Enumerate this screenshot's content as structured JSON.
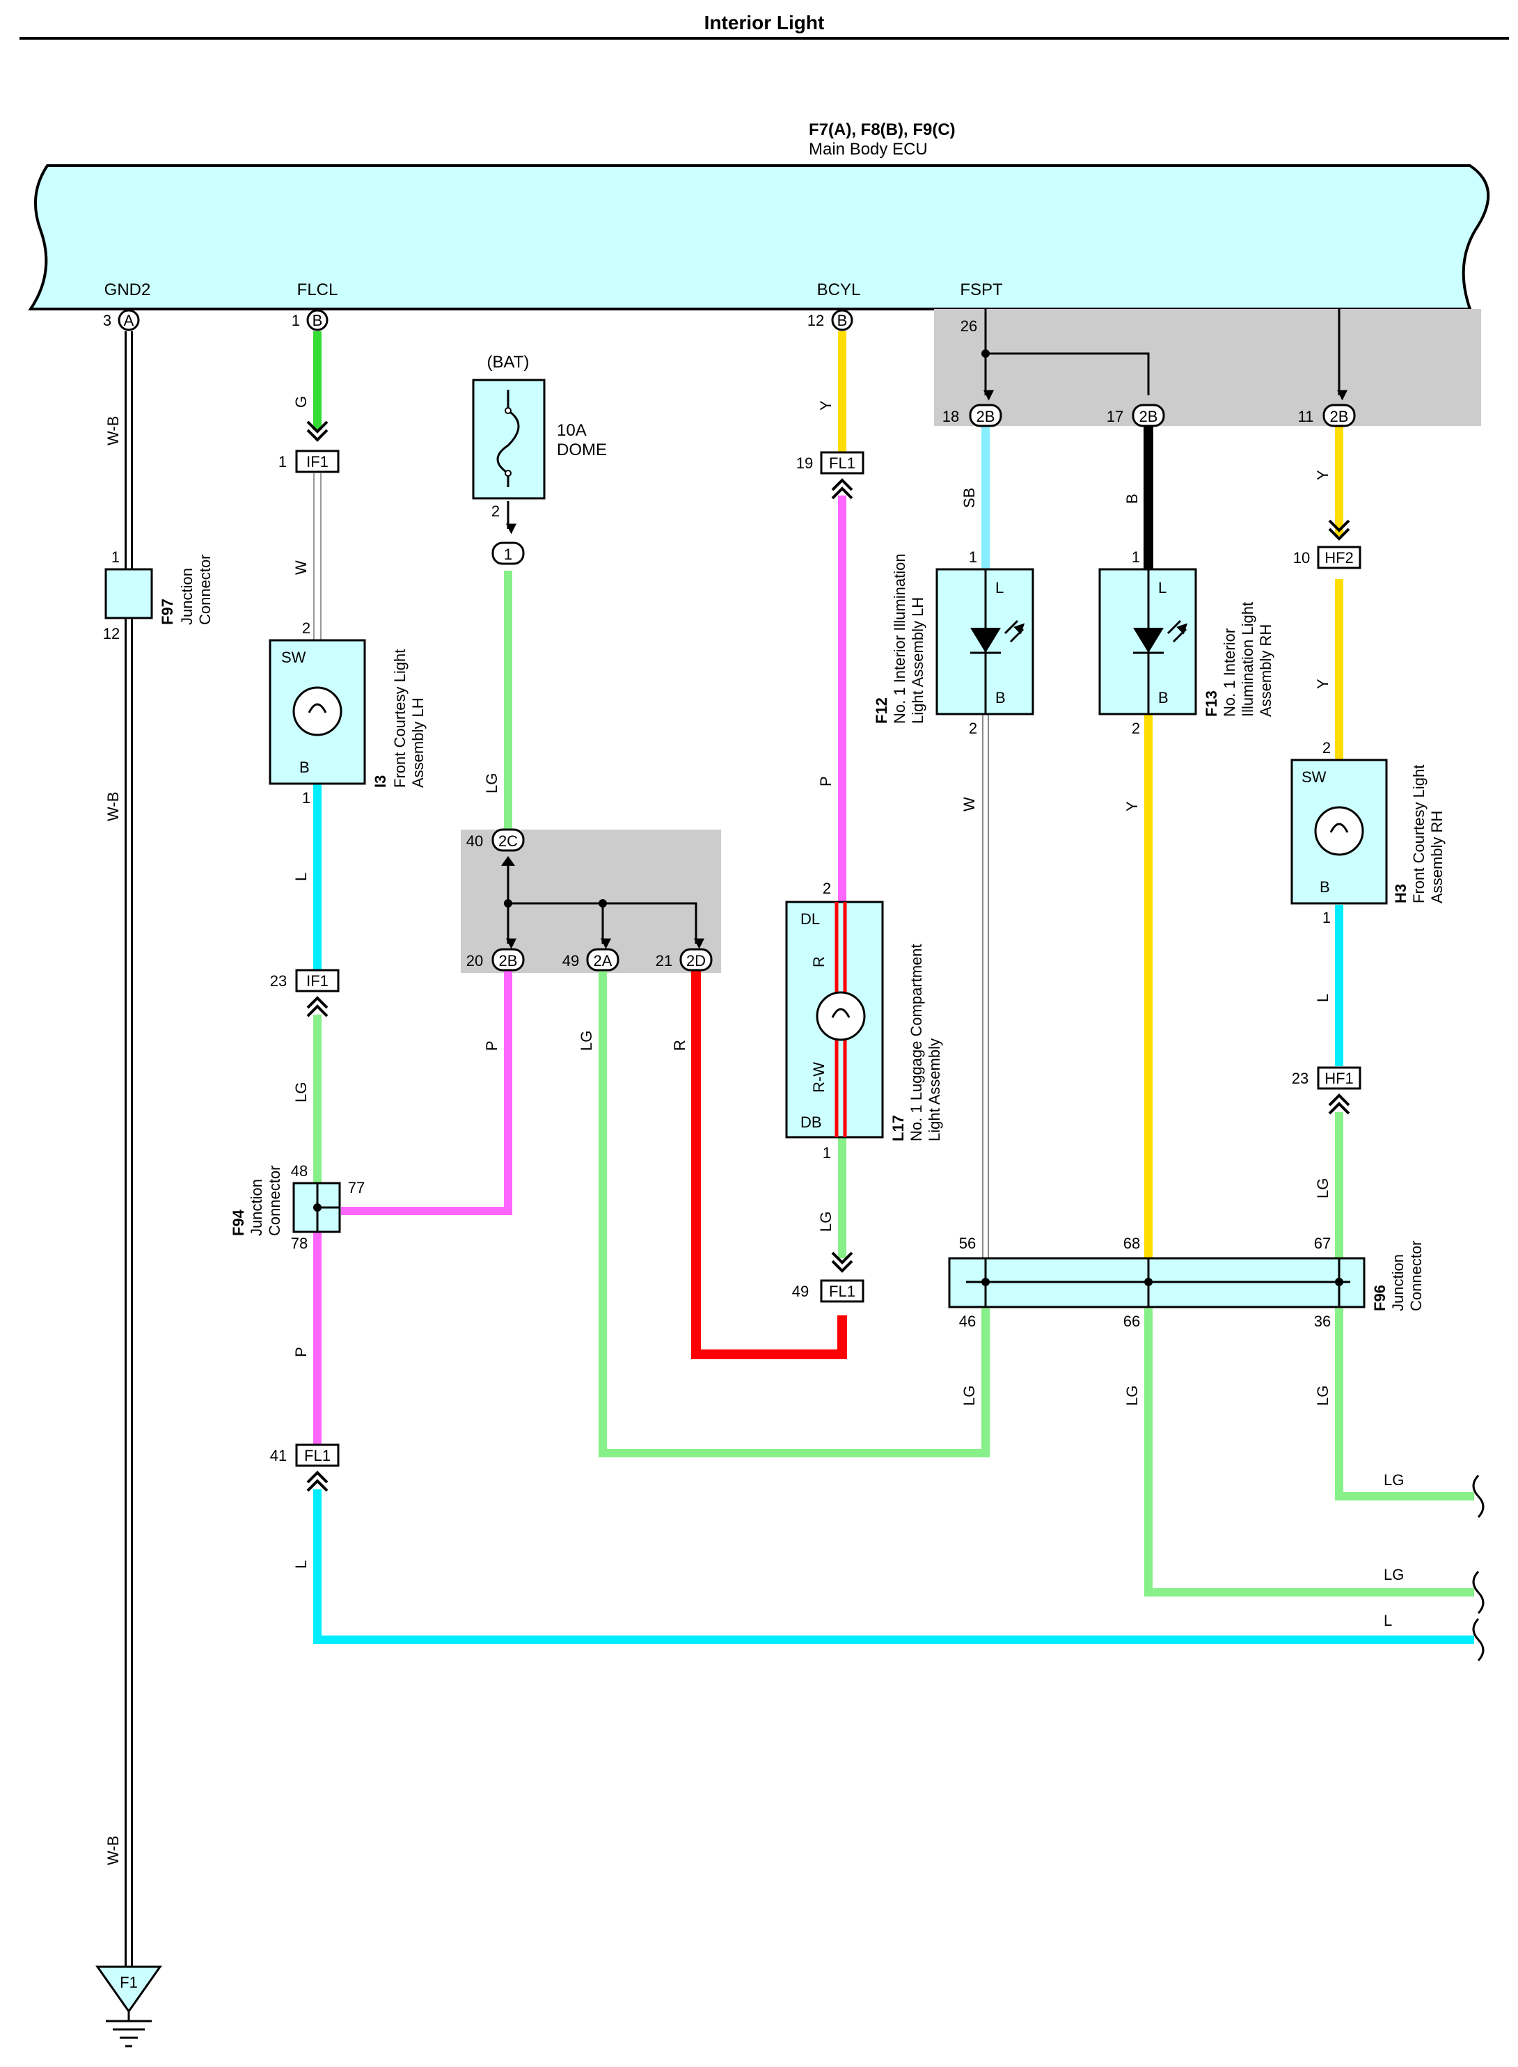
{
  "title": "Interior Light",
  "ecu": {
    "ref": "F7(A), F8(B), F9(C)",
    "name": "Main Body ECU"
  },
  "ecu_terminals": {
    "gnd2": "GND2",
    "flcl": "FLCL",
    "bcyl": "BCYL",
    "fspt": "FSPT"
  },
  "fuse": {
    "source": "(BAT)",
    "rating": "10A",
    "name": "DOME"
  },
  "components": {
    "f97": {
      "code": "F97",
      "line1": "Junction",
      "line2": "Connector"
    },
    "i3": {
      "code": "I3",
      "line1": "Front Courtesy Light",
      "line2": "Assembly LH",
      "sw": "SW",
      "b": "B"
    },
    "f12": {
      "code": "F12",
      "line1": "No. 1 Interior Illumination",
      "line2": "Light Assembly LH",
      "l": "L",
      "b": "B"
    },
    "f13": {
      "code": "F13",
      "line1": "No. 1 Interior",
      "line2": "Illumination Light",
      "line3": "Assembly RH",
      "l": "L",
      "b": "B"
    },
    "h3": {
      "code": "H3",
      "line1": "Front Courtesy Light",
      "line2": "Assembly RH",
      "sw": "SW",
      "b": "B"
    },
    "l17": {
      "code": "L17",
      "line1": "No. 1 Luggage Compartment",
      "line2": "Light Assembly",
      "dl": "DL",
      "db": "DB",
      "r": "R",
      "rw": "R-W"
    },
    "f94": {
      "code": "F94",
      "line1": "Junction",
      "line2": "Connector"
    },
    "f96": {
      "code": "F96",
      "line1": "Junction",
      "line2": "Connector"
    },
    "ground": "F1"
  },
  "connectors": {
    "a": "A",
    "b": "B",
    "one": "1",
    "c2c": "2C",
    "c2b": "2B",
    "c2a": "2A",
    "c2d": "2D",
    "if1": "IF1",
    "fl1": "FL1",
    "hf2": "HF2",
    "hf1": "HF1"
  },
  "pins": {
    "p3": "3",
    "p1": "1",
    "p2": "2",
    "p12": "12",
    "p26": "26",
    "p18": "18",
    "p17": "17",
    "p11": "11",
    "p19": "19",
    "p10": "10",
    "p40": "40",
    "p20": "20",
    "p49": "49",
    "p21": "21",
    "p23": "23",
    "p48": "48",
    "p77": "77",
    "p78": "78",
    "p41": "41",
    "p56": "56",
    "p68": "68",
    "p67": "67",
    "p46": "46",
    "p66": "66",
    "p36": "36"
  },
  "wire_colors": {
    "wb": "W-B",
    "g": "G",
    "w": "W",
    "l": "L",
    "lg": "LG",
    "p": "P",
    "y": "Y",
    "sb": "SB",
    "b": "B",
    "r": "R"
  },
  "colors": {
    "ecu_fill": "#ccffff",
    "shaded": "#cccccc",
    "green": "#33dd33",
    "light_green": "#88f088",
    "cyan": "#00eeff",
    "light_blue": "#88eeff",
    "pink": "#ff66ff",
    "yellow": "#ffdd00",
    "red": "#ff0000",
    "black": "#000000"
  }
}
